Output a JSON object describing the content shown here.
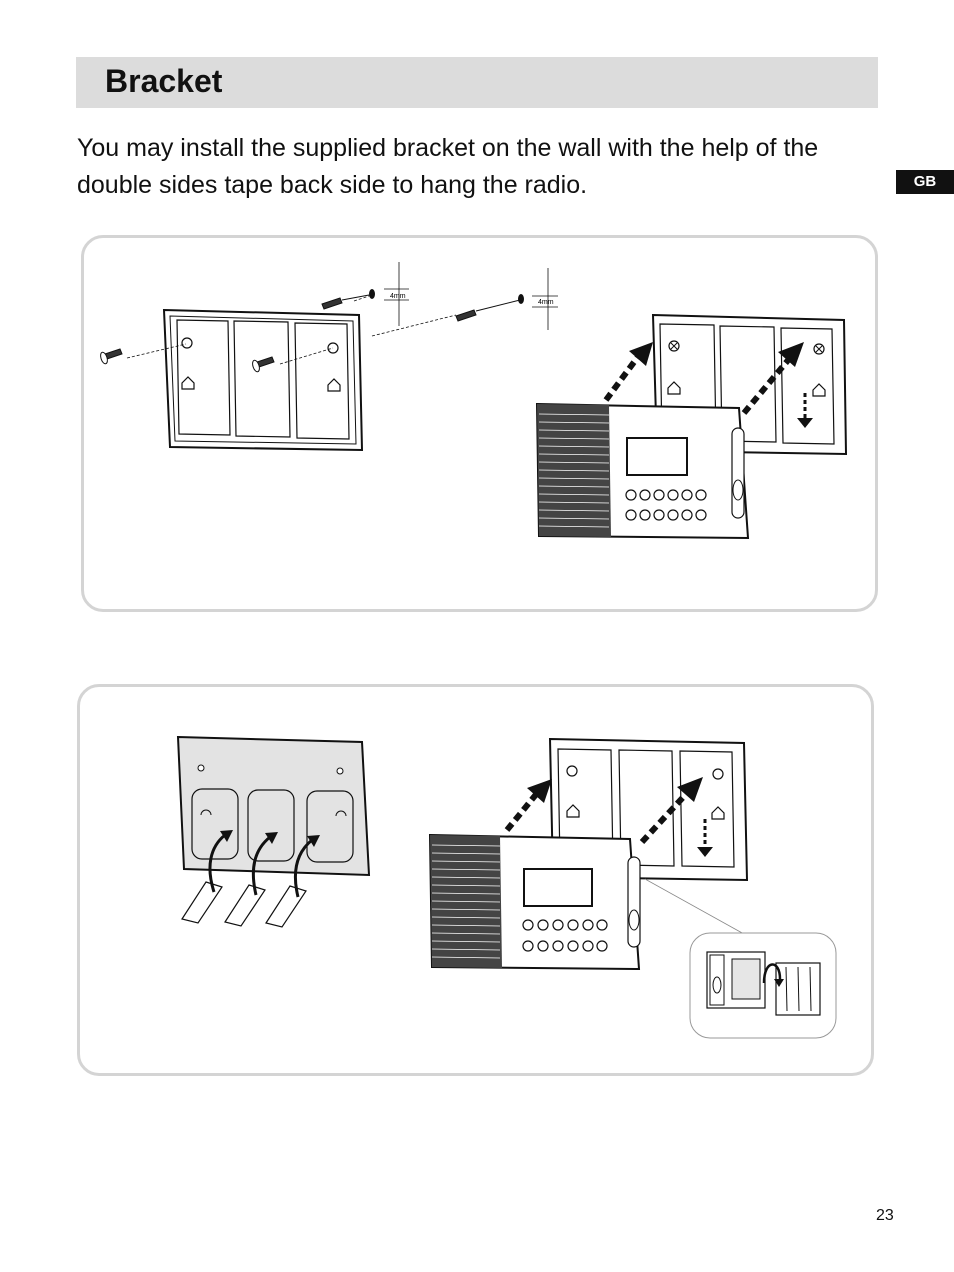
{
  "header": {
    "title": "Bracket"
  },
  "intro": "You may install the supplied bracket on the wall with the help of the double sides tape back side to hang the radio.",
  "language_tab": "GB",
  "figure1": {
    "dimension_label_1": "4mm",
    "dimension_label_2": "4mm"
  },
  "page_number": "23"
}
